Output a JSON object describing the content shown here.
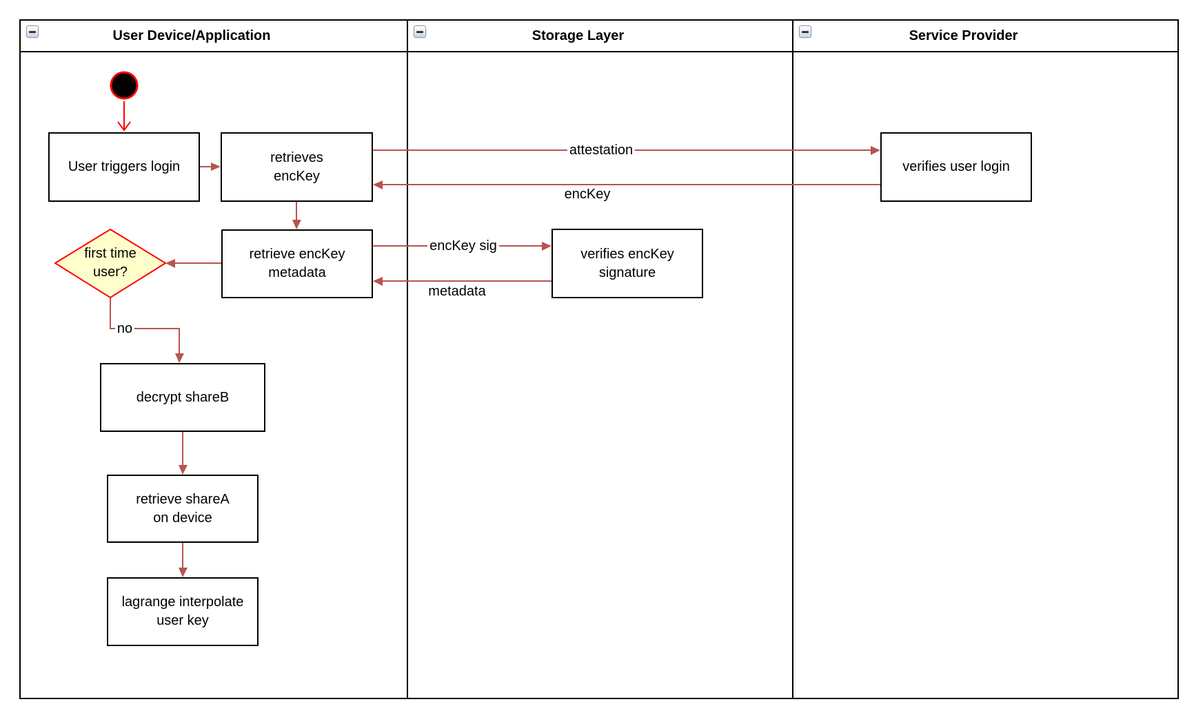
{
  "pool": {
    "lanes": [
      {
        "title": "User Device/Application"
      },
      {
        "title": "Storage Layer"
      },
      {
        "title": "Service Provider"
      }
    ]
  },
  "nodes": {
    "user_triggers_login": "User triggers login",
    "retrieves_enckey": "retrieves\nencKey",
    "verifies_user_login": "verifies user login",
    "retrieve_enckey_metadata": "retrieve encKey\nmetadata",
    "verifies_enckey_signature": "verifies encKey\nsignature",
    "first_time_user": "first time\nuser?",
    "decrypt_shareb": "decrypt shareB",
    "retrieve_sharea_on_device": "retrieve shareA\non device",
    "lagrange_interpolate_user_key": "lagrange interpolate\nuser key"
  },
  "edge_labels": {
    "attestation": "attestation",
    "enckey": "encKey",
    "enckey_sig": "encKey sig",
    "metadata": "metadata",
    "no": "no"
  },
  "colors": {
    "connector": "#b85450",
    "highlight": "#ff0000",
    "decision_fill": "#ffffcc",
    "shape_border": "#000000",
    "shape_fill": "#ffffff"
  }
}
